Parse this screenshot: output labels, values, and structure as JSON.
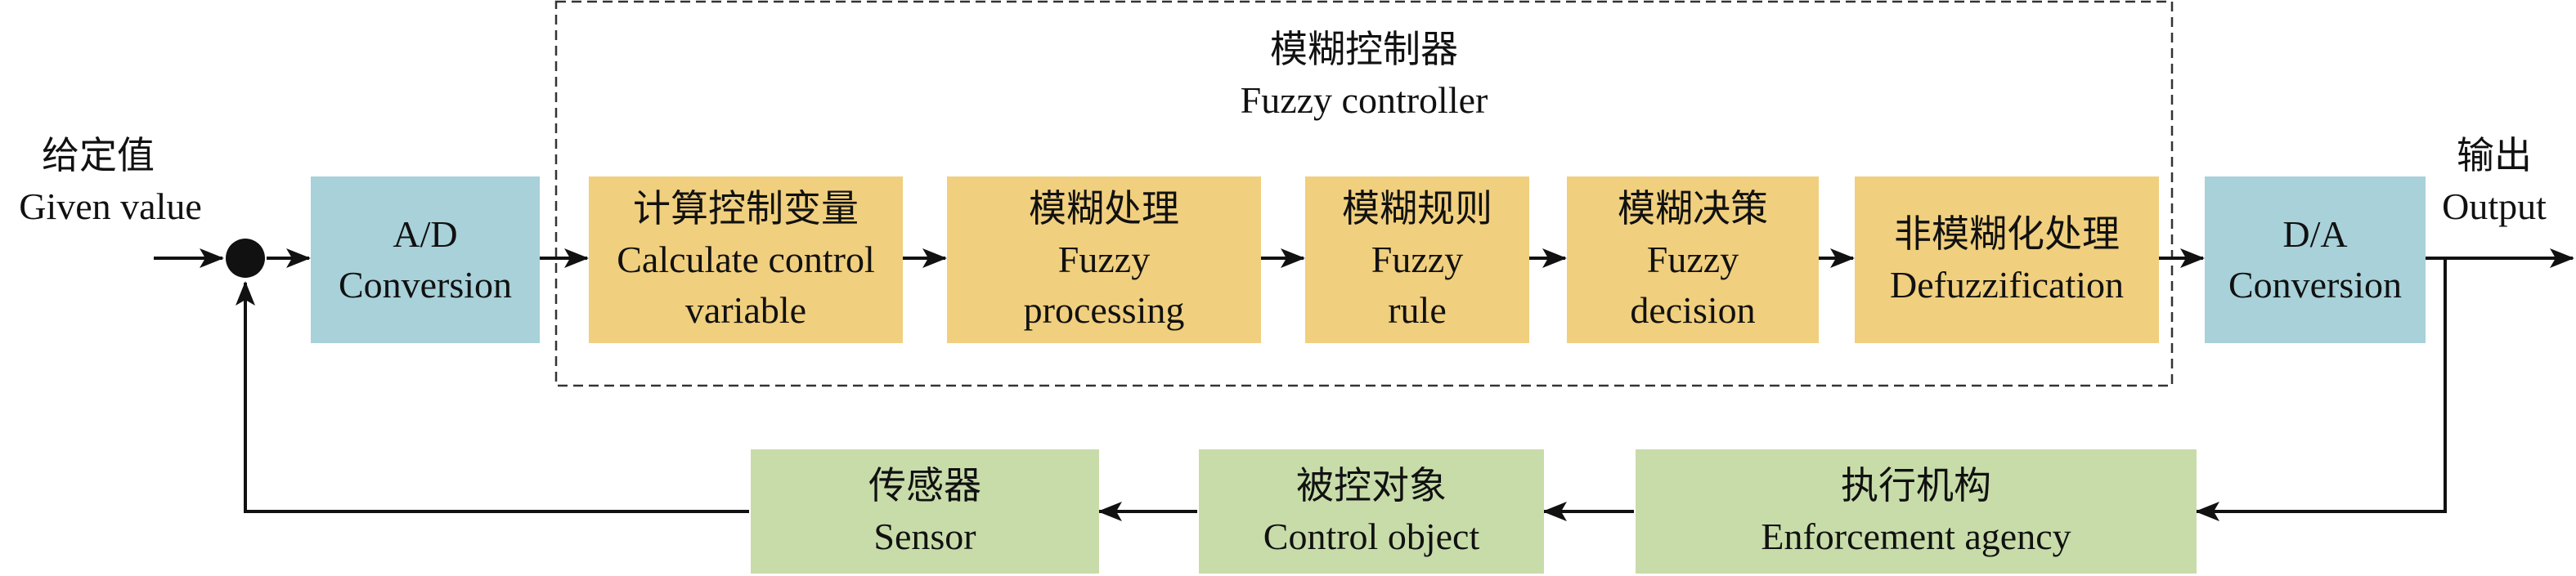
{
  "fuzzy_controller": {
    "title_cn": "模糊控制器",
    "title_en": "Fuzzy controller"
  },
  "input": {
    "label_cn": "给定值",
    "label_en": "Given value"
  },
  "output": {
    "label_cn": "输出",
    "label_en": "Output"
  },
  "ad": {
    "line1": "A/D",
    "line2": "Conversion"
  },
  "da": {
    "line1": "D/A",
    "line2": "Conversion"
  },
  "steps": [
    {
      "cn": "计算控制变量",
      "en1": "Calculate control",
      "en2": "variable"
    },
    {
      "cn": "模糊处理",
      "en1": "Fuzzy",
      "en2": "processing"
    },
    {
      "cn": "模糊规则",
      "en1": "Fuzzy",
      "en2": "rule"
    },
    {
      "cn": "模糊决策",
      "en1": "Fuzzy",
      "en2": "decision"
    },
    {
      "cn": "非模糊化处理",
      "en1": "Defuzzification"
    }
  ],
  "feedback": [
    {
      "cn": "执行机构",
      "en": "Enforcement agency"
    },
    {
      "cn": "被控对象",
      "en": "Control object"
    },
    {
      "cn": "传感器",
      "en": "Sensor"
    }
  ],
  "colors": {
    "adc": "#a8d1d9",
    "fuzzy": "#f0cf7e",
    "feedback": "#c8dcaa",
    "line": "#111111"
  }
}
